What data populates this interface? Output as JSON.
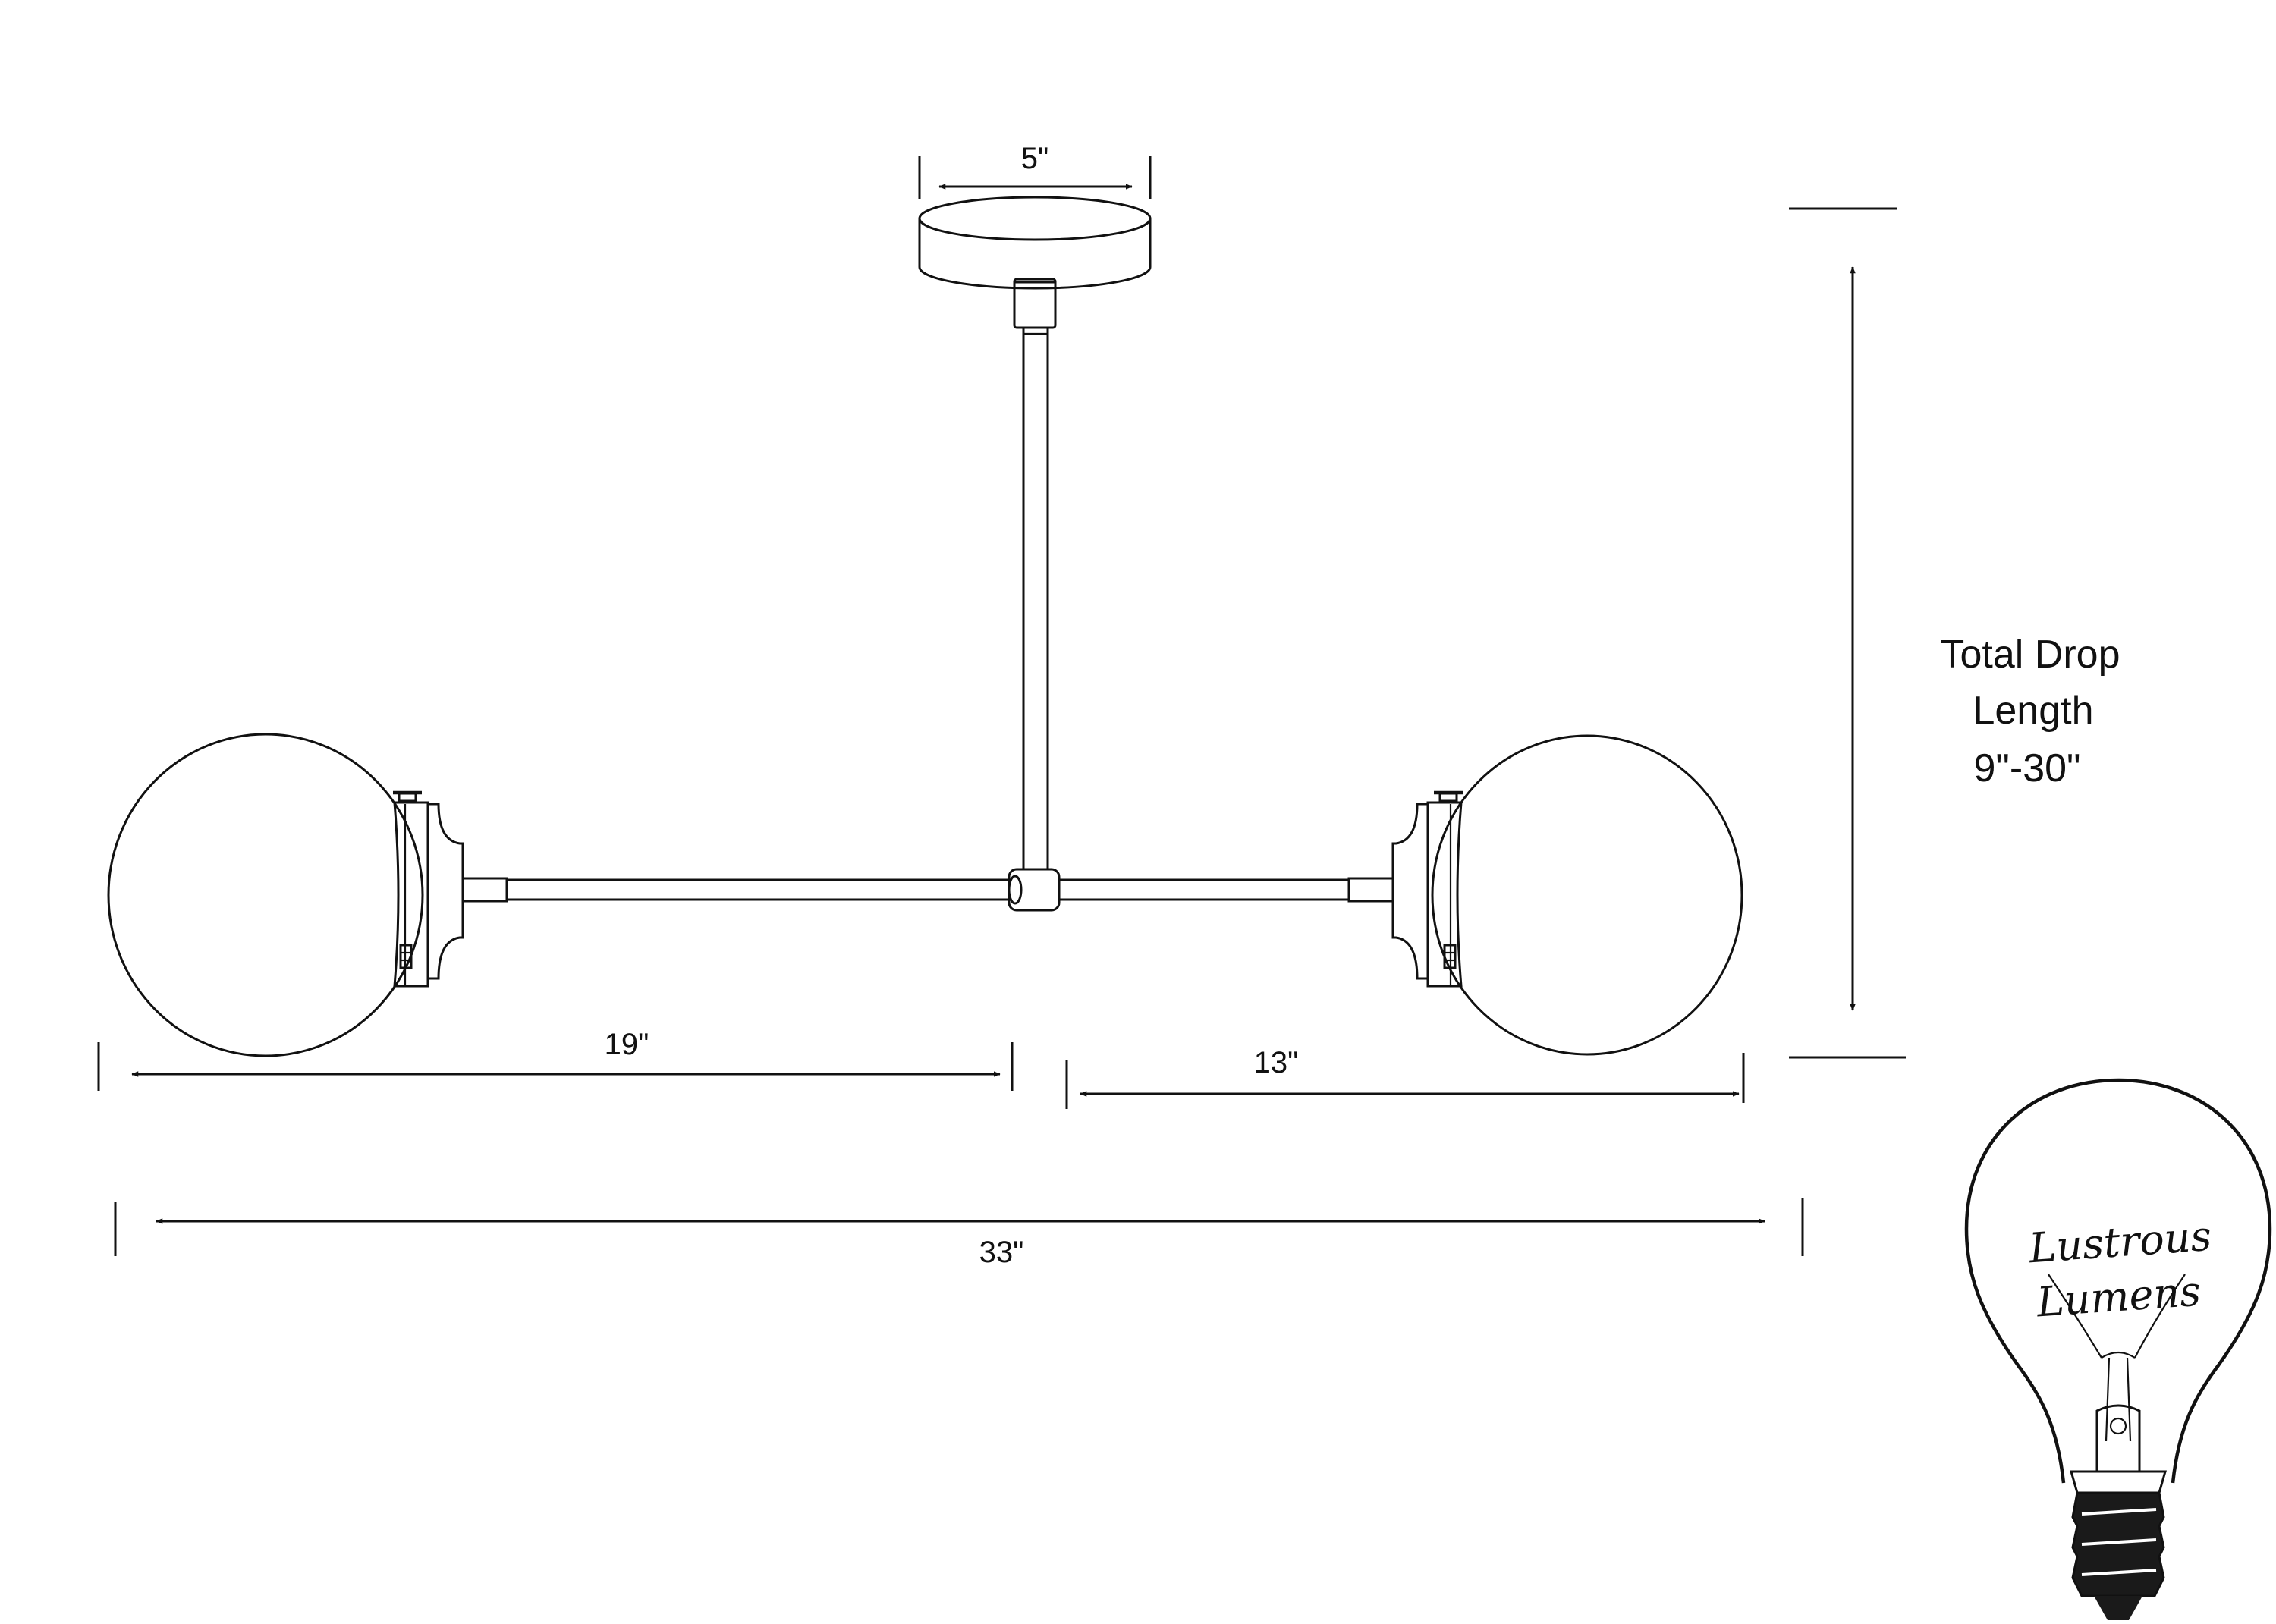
{
  "dimensions": {
    "canopy_width": "5\"",
    "left_arm": "19\"",
    "right_arm": "13\"",
    "overall_width": "33\"",
    "drop_line1": "Total Drop",
    "drop_line2": "Length",
    "drop_line3": "9\"-30\""
  },
  "logo": {
    "line1": "Lustrous",
    "line2": "Lumens"
  }
}
